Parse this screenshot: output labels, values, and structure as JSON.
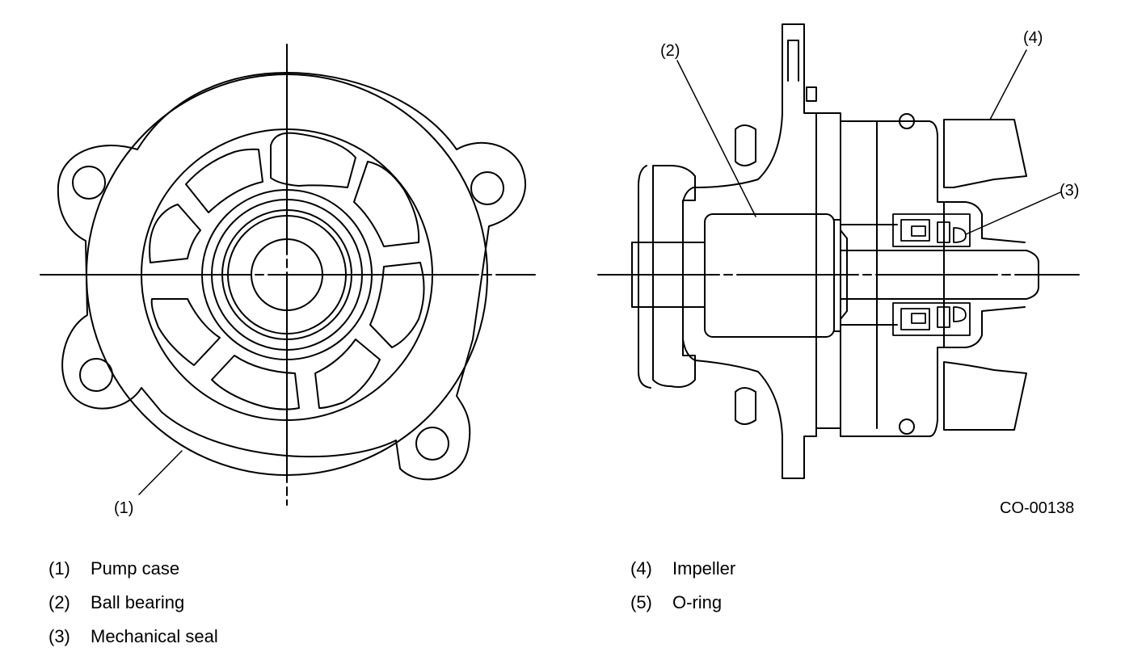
{
  "diagram": {
    "figure_id": "CO-00138",
    "callouts": {
      "c1": "(1)",
      "c2": "(2)",
      "c3": "(3)",
      "c4": "(4)"
    },
    "legend": [
      {
        "num": "(1)",
        "name": "Pump case"
      },
      {
        "num": "(2)",
        "name": "Ball bearing"
      },
      {
        "num": "(3)",
        "name": "Mechanical seal"
      },
      {
        "num": "(4)",
        "name": "Impeller"
      },
      {
        "num": "(5)",
        "name": "O-ring"
      }
    ]
  }
}
